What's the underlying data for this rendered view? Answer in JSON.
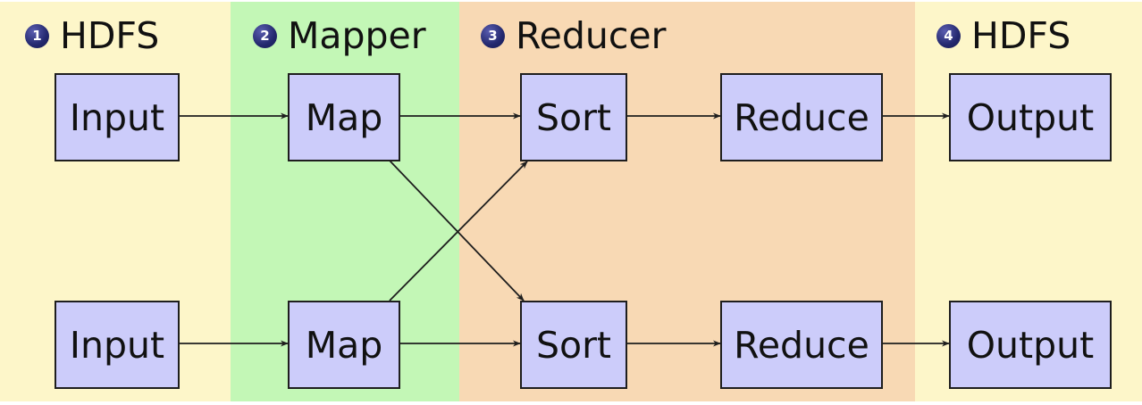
{
  "stages": [
    {
      "number": "1",
      "label": "HDFS"
    },
    {
      "number": "2",
      "label": "Mapper"
    },
    {
      "number": "3",
      "label": "Reducer"
    },
    {
      "number": "4",
      "label": "HDFS"
    }
  ],
  "rows": [
    {
      "input": "Input",
      "map": "Map",
      "sort": "Sort",
      "reduce": "Reduce",
      "output": "Output"
    },
    {
      "input": "Input",
      "map": "Map",
      "sort": "Sort",
      "reduce": "Reduce",
      "output": "Output"
    }
  ],
  "colors": {
    "hdfs_band": "#fdf6c9",
    "mapper_band": "#c3f7b6",
    "reducer_band": "#f8d9b4",
    "box_fill": "#ccccfa",
    "box_border": "#1e1e1e",
    "badge": "#23286e"
  }
}
